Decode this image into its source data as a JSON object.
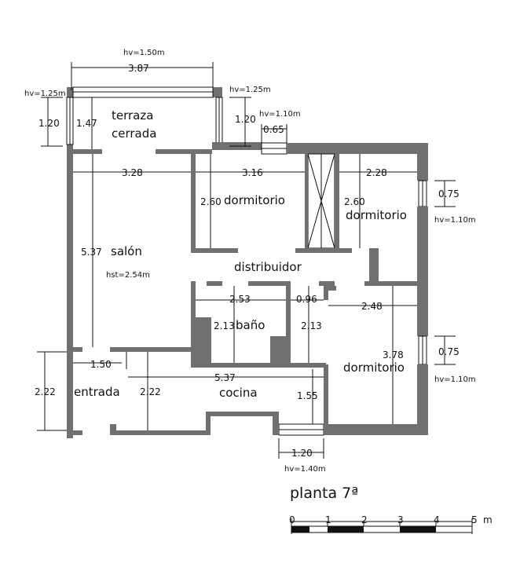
{
  "title": "planta 7ª",
  "rooms": {
    "terraza": "terraza",
    "cerrada": "cerrada",
    "salon": "salón",
    "salon_height": "hst=2.54m",
    "dormitorio1": "dormitorio",
    "dormitorio2": "dormitorio",
    "dormitorio3": "dormitorio",
    "distribuidor": "distribuidor",
    "bano": "baño",
    "entrada": "entrada",
    "cocina": "cocina"
  },
  "dimensions": {
    "terrace_width": "3.87",
    "terrace_hv_top": "hv=1.50m",
    "terrace_hv_left": "hv=1.25m",
    "terrace_hv_right": "hv=1.25m",
    "terrace_left_h": "1.20",
    "terrace_depth": "1.47",
    "terrace_right_h": "1.20",
    "window_hv": "hv=1.10m",
    "window_w": "0.65",
    "salon_width": "3.28",
    "dorm1_width": "3.16",
    "dorm2_width": "2.28",
    "dorm1_depth": "2.60",
    "dorm2_depth": "2.60",
    "dorm2_win": "0.75",
    "dorm2_hv": "hv=1.10m",
    "salon_depth": "5.37",
    "bano_width": "2.53",
    "pass_width": "0.96",
    "dorm3_width": "2.48",
    "bano_depth": "2.13",
    "pass_depth": "2.13",
    "dorm3_depth": "3.78",
    "dorm3_win": "0.75",
    "dorm3_hv": "hv=1.10m",
    "entrada_width": "1.50",
    "entrada_depth": "2.22",
    "cocina_width": "5.37",
    "cocina_depth": "2.22",
    "cocina_right": "1.55",
    "cocina_win": "1.20",
    "cocina_hv": "hv=1.40m"
  },
  "scale": {
    "labels": [
      "0",
      "1",
      "2",
      "3",
      "4",
      "5"
    ],
    "unit": "m"
  }
}
